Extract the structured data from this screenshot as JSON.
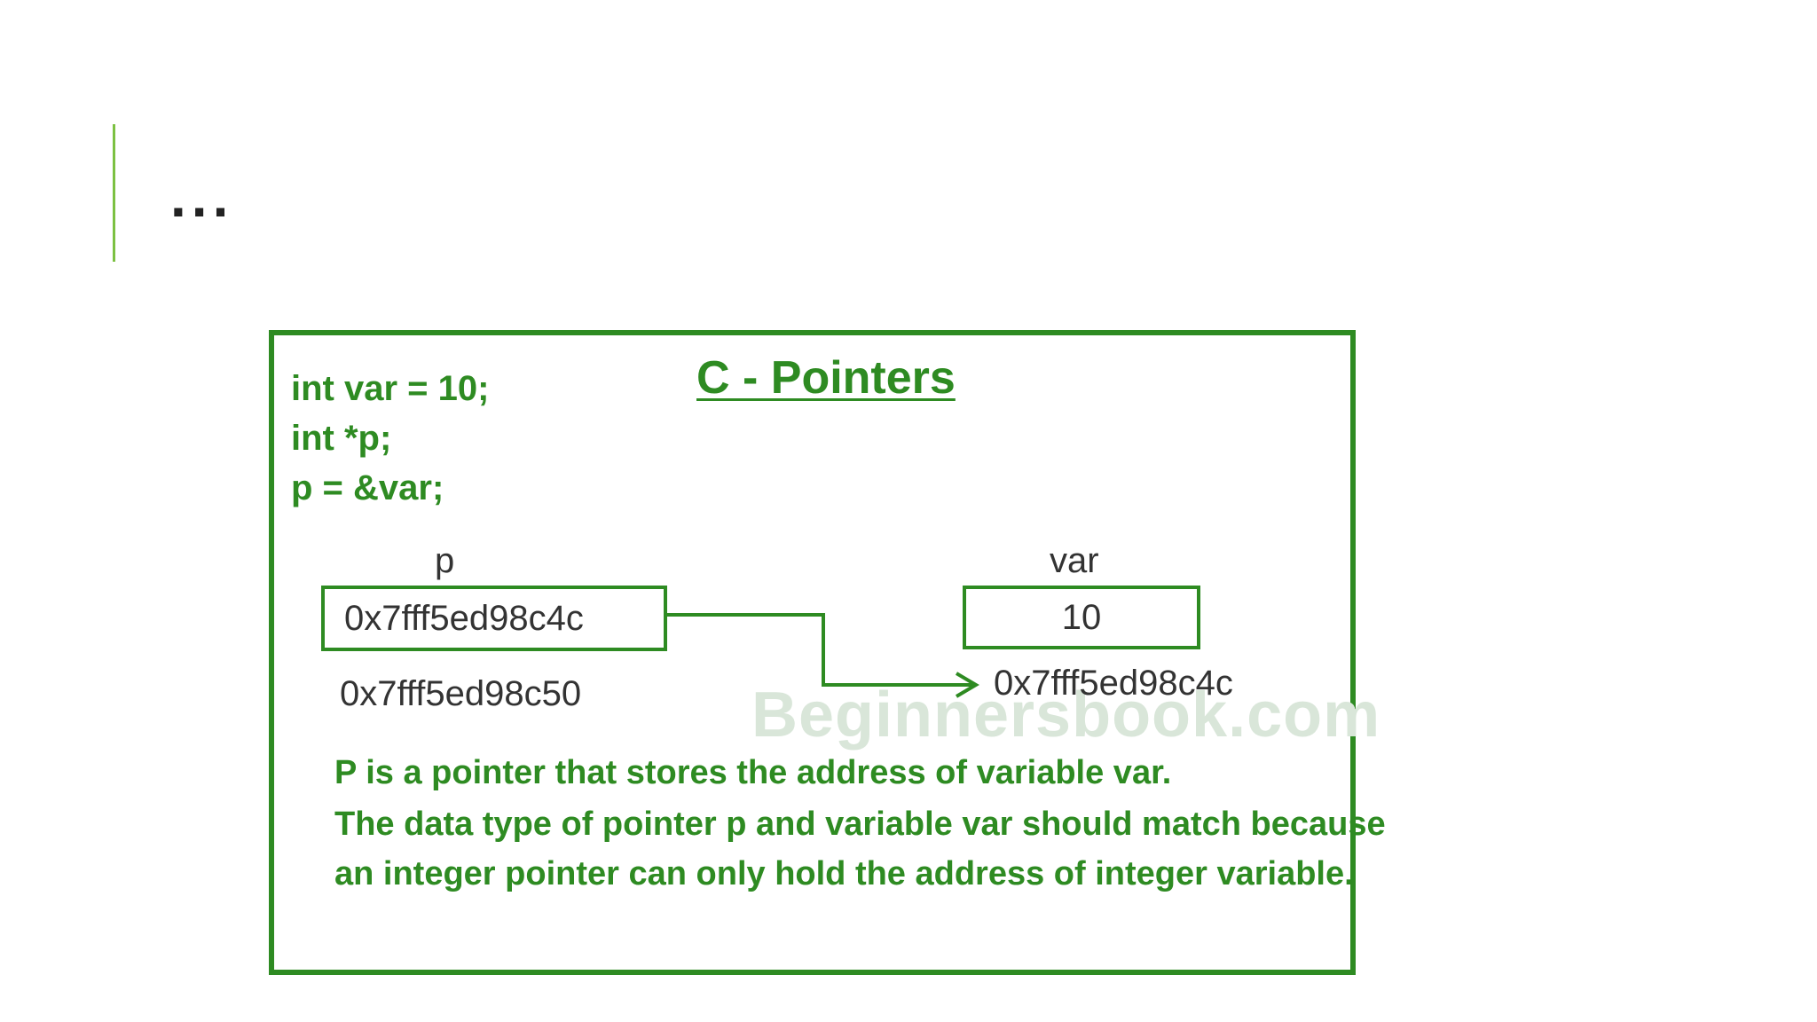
{
  "slide": {
    "title": "..."
  },
  "diagram": {
    "title": "C - Pointers",
    "code": [
      "int var = 10;",
      "int *p;",
      "p = &var;"
    ],
    "pointer": {
      "name": "p",
      "value": "0x7fff5ed98c4c",
      "address": "0x7fff5ed98c50"
    },
    "variable": {
      "name": "var",
      "value": "10",
      "address": "0x7fff5ed98c4c"
    },
    "watermark": "Beginnersbook.com",
    "description": [
      "P is a pointer that stores the address of variable var.",
      "The data type of pointer p and variable var should match because",
      "an integer pointer can only hold the address of integer variable."
    ],
    "colors": {
      "accent": "#2e8b22",
      "bar": "#7cc142"
    }
  }
}
